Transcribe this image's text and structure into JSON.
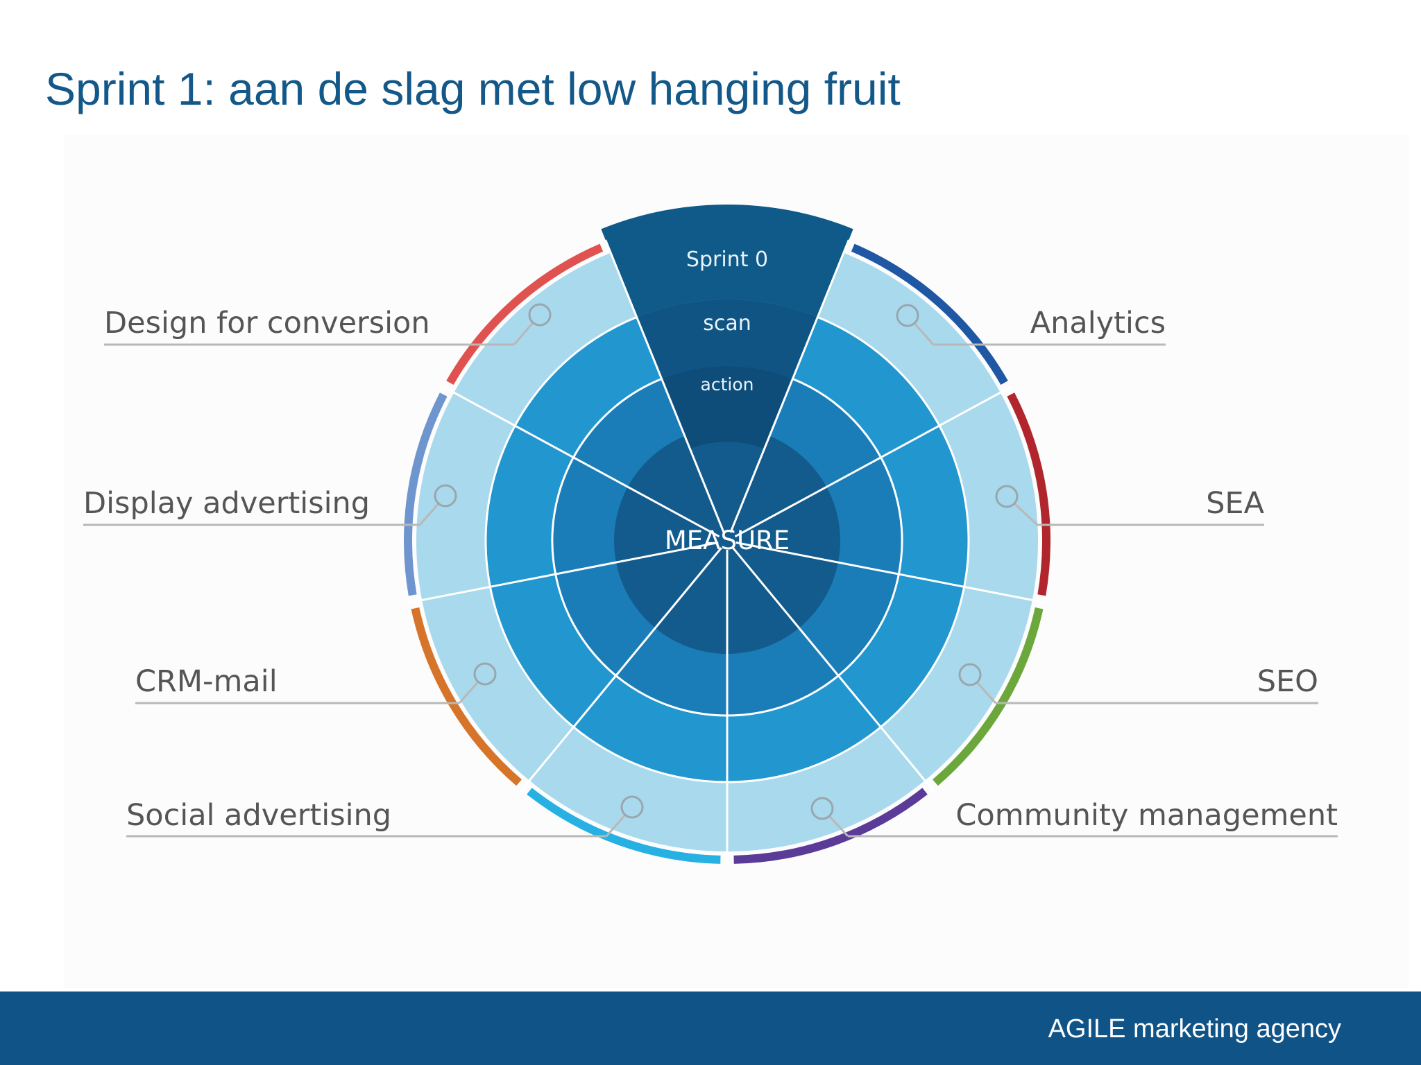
{
  "slide": {
    "title": "Sprint 1: aan de slag met low hanging fruit",
    "footer": "AGILE marketing agency"
  },
  "wheel": {
    "center_label": "MEASURE",
    "sprint_segment": {
      "outer_label": "Sprint 0",
      "middle_label": "scan",
      "inner_label": "action"
    },
    "segments": [
      {
        "label": "Analytics",
        "accent": "#1f57a4"
      },
      {
        "label": "SEA",
        "accent": "#b0262c"
      },
      {
        "label": "SEO",
        "accent": "#6ca73c"
      },
      {
        "label": "Community management",
        "accent": "#5a3b98"
      },
      {
        "label": "Social advertising",
        "accent": "#26b1e2"
      },
      {
        "label": "CRM-mail",
        "accent": "#d6742a"
      },
      {
        "label": "Display advertising",
        "accent": "#6f95cf"
      },
      {
        "label": "Design for conversion",
        "accent": "#e0524f"
      }
    ],
    "colors": {
      "outer_ring": "#a9d9ec",
      "middle_ring": "#2196cf",
      "inner_ring": "#1b7db8",
      "core": "#135b8c",
      "sprint_outer": "#0f5a88",
      "sprint_middle": "#0f5482",
      "sprint_inner": "#0e4c79",
      "separator": "#ffffff",
      "leader_line": "#b8b8b8",
      "label_text": "#555555"
    }
  }
}
